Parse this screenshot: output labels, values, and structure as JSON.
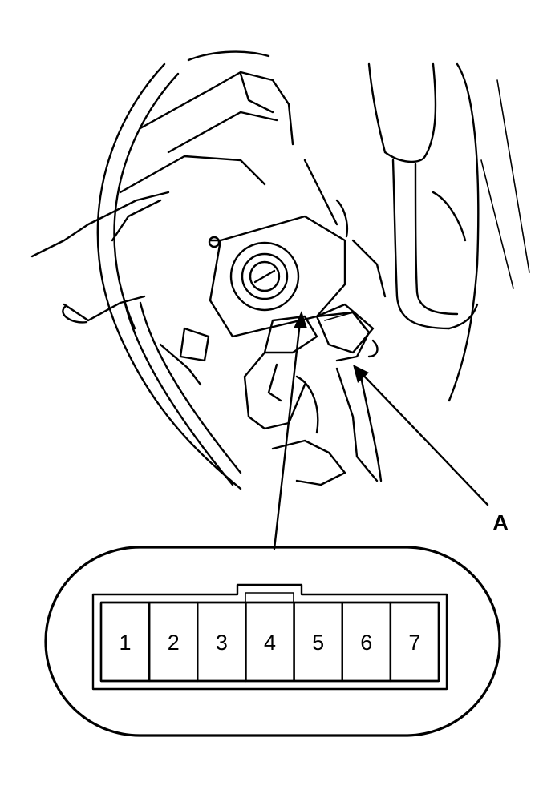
{
  "callout_label": "A",
  "connector": {
    "pins": [
      "1",
      "2",
      "3",
      "4",
      "5",
      "6",
      "7"
    ]
  }
}
